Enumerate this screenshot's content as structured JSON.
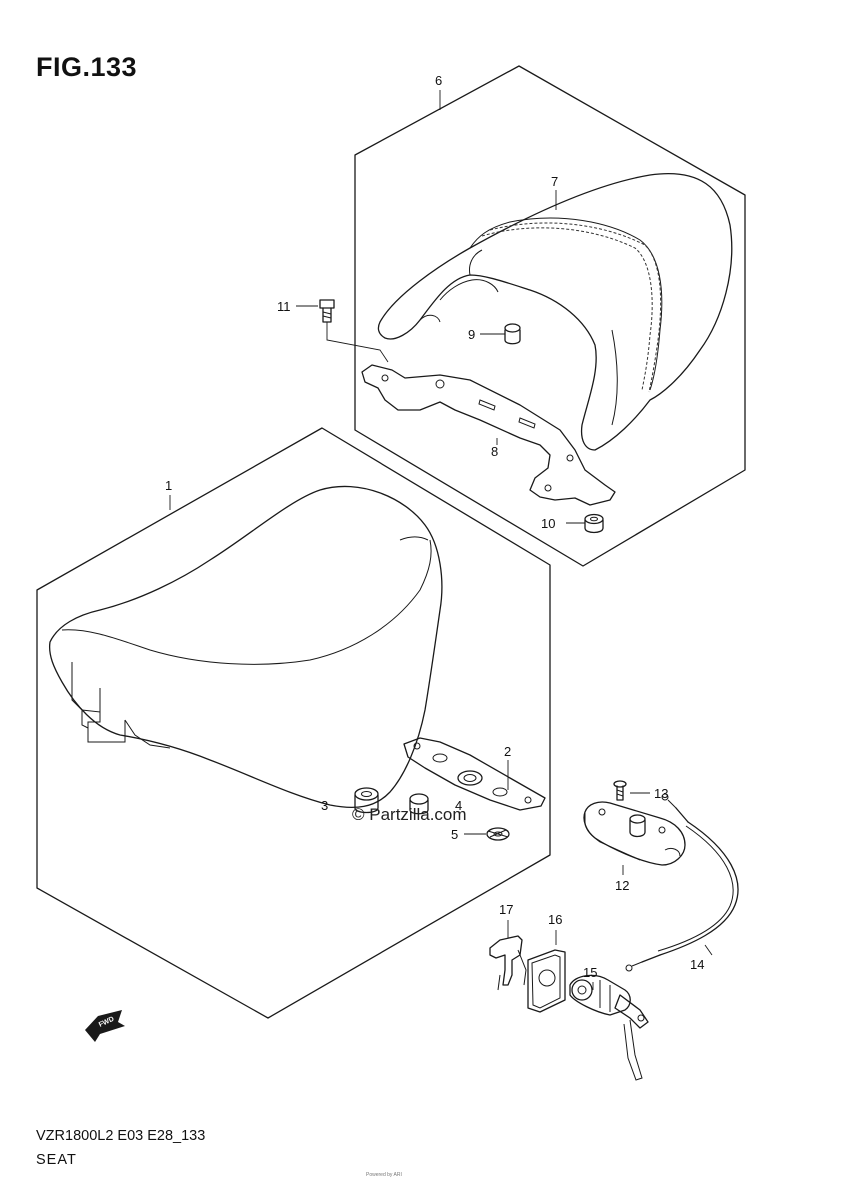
{
  "figure": {
    "title": "FIG.133",
    "footer_code": "VZR1800L2 E03 E28_133",
    "footer_name": "SEAT",
    "footer_small": "Powered by ARI",
    "watermark": "© Partzilla.com",
    "forward_mark": "FWD"
  },
  "parts": [
    {
      "id": "part-1",
      "number": "1"
    },
    {
      "id": "part-2",
      "number": "2"
    },
    {
      "id": "part-3",
      "number": "3"
    },
    {
      "id": "part-4",
      "number": "4"
    },
    {
      "id": "part-5",
      "number": "5"
    },
    {
      "id": "part-6",
      "number": "6"
    },
    {
      "id": "part-7",
      "number": "7"
    },
    {
      "id": "part-8",
      "number": "8"
    },
    {
      "id": "part-9",
      "number": "9"
    },
    {
      "id": "part-10",
      "number": "10"
    },
    {
      "id": "part-11",
      "number": "11"
    },
    {
      "id": "part-12",
      "number": "12"
    },
    {
      "id": "part-13",
      "number": "13"
    },
    {
      "id": "part-14",
      "number": "14"
    },
    {
      "id": "part-15",
      "number": "15"
    },
    {
      "id": "part-16",
      "number": "16"
    },
    {
      "id": "part-17",
      "number": "17"
    }
  ]
}
